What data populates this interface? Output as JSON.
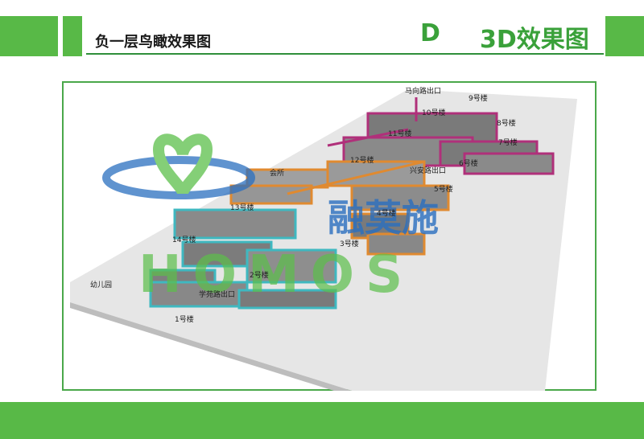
{
  "header": {
    "title": "负一层鸟瞰效果图",
    "section_letter": "D",
    "section_title": "3D效果图"
  },
  "map": {
    "labels": {
      "ma_xiang_exit": "马向路出口",
      "b9": "9号楼",
      "b10": "10号楼",
      "b8": "8号楼",
      "b11": "11号楼",
      "b7": "7号楼",
      "b12": "12号楼",
      "b6": "6号楼",
      "xing_an_exit": "兴安路出口",
      "huisuo": "会所",
      "b5": "5号楼",
      "b13": "13号楼",
      "b4": "4号楼",
      "b14": "14号楼",
      "b3": "3号楼",
      "b2": "2号楼",
      "kindergarten": "幼儿园",
      "xue_yuan_exit": "学苑路出口",
      "b1": "1号楼"
    },
    "watermark": {
      "cn": "融莫施",
      "en": "HOMOS"
    }
  },
  "colors": {
    "brand_green": "#58b947",
    "title_green": "#3aa13a",
    "purple_line": "#b0307a",
    "orange_line": "#e08a30",
    "cyan_line": "#3fb8c0"
  }
}
